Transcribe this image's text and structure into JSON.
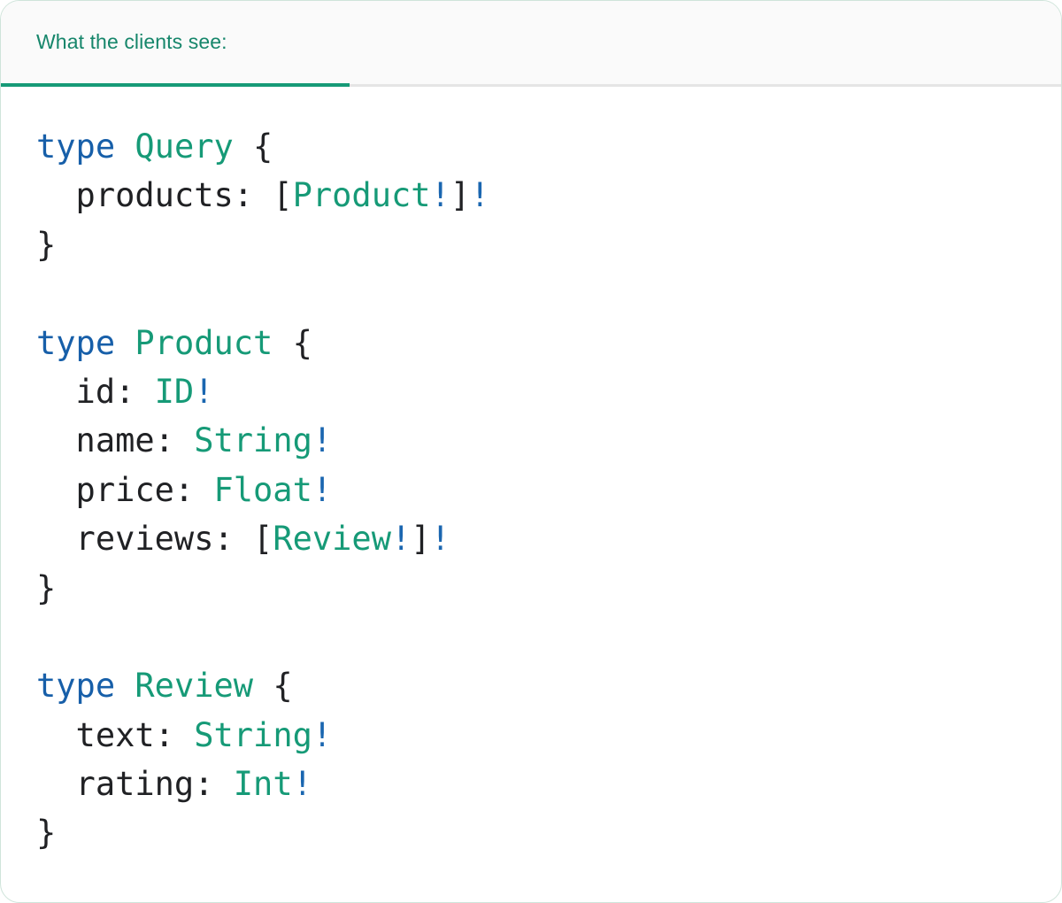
{
  "panel": {
    "tab_label": "What the clients see:"
  },
  "colors": {
    "accent_green": "#169a77",
    "header_green": "#16866b",
    "keyword_blue": "#175fa9",
    "bang_blue": "#1a66b0",
    "code_plain": "#202124",
    "header_bg": "#fafafa",
    "divider_gray": "#e5e5e5",
    "panel_border": "#cfe4da",
    "panel_bg": "#ffffff"
  },
  "code": {
    "lines": [
      {
        "tokens": [
          {
            "t": "type",
            "s": "kw"
          },
          {
            "t": " ",
            "s": "p"
          },
          {
            "t": "Query",
            "s": "ty"
          },
          {
            "t": " {",
            "s": "p"
          }
        ]
      },
      {
        "tokens": [
          {
            "t": "  products: [",
            "s": "p"
          },
          {
            "t": "Product",
            "s": "ty"
          },
          {
            "t": "!",
            "s": "b"
          },
          {
            "t": "]",
            "s": "p"
          },
          {
            "t": "!",
            "s": "b"
          }
        ]
      },
      {
        "tokens": [
          {
            "t": "}",
            "s": "p"
          }
        ]
      },
      {
        "tokens": []
      },
      {
        "tokens": [
          {
            "t": "type",
            "s": "kw"
          },
          {
            "t": " ",
            "s": "p"
          },
          {
            "t": "Product",
            "s": "ty"
          },
          {
            "t": " {",
            "s": "p"
          }
        ]
      },
      {
        "tokens": [
          {
            "t": "  id: ",
            "s": "p"
          },
          {
            "t": "ID",
            "s": "ty"
          },
          {
            "t": "!",
            "s": "b"
          }
        ]
      },
      {
        "tokens": [
          {
            "t": "  name: ",
            "s": "p"
          },
          {
            "t": "String",
            "s": "ty"
          },
          {
            "t": "!",
            "s": "b"
          }
        ]
      },
      {
        "tokens": [
          {
            "t": "  price: ",
            "s": "p"
          },
          {
            "t": "Float",
            "s": "ty"
          },
          {
            "t": "!",
            "s": "b"
          }
        ]
      },
      {
        "tokens": [
          {
            "t": "  reviews: [",
            "s": "p"
          },
          {
            "t": "Review",
            "s": "ty"
          },
          {
            "t": "!",
            "s": "b"
          },
          {
            "t": "]",
            "s": "p"
          },
          {
            "t": "!",
            "s": "b"
          }
        ]
      },
      {
        "tokens": [
          {
            "t": "}",
            "s": "p"
          }
        ]
      },
      {
        "tokens": []
      },
      {
        "tokens": [
          {
            "t": "type",
            "s": "kw"
          },
          {
            "t": " ",
            "s": "p"
          },
          {
            "t": "Review",
            "s": "ty"
          },
          {
            "t": " {",
            "s": "p"
          }
        ]
      },
      {
        "tokens": [
          {
            "t": "  text: ",
            "s": "p"
          },
          {
            "t": "String",
            "s": "ty"
          },
          {
            "t": "!",
            "s": "b"
          }
        ]
      },
      {
        "tokens": [
          {
            "t": "  rating: ",
            "s": "p"
          },
          {
            "t": "Int",
            "s": "ty"
          },
          {
            "t": "!",
            "s": "b"
          }
        ]
      },
      {
        "tokens": [
          {
            "t": "}",
            "s": "p"
          }
        ]
      }
    ]
  }
}
